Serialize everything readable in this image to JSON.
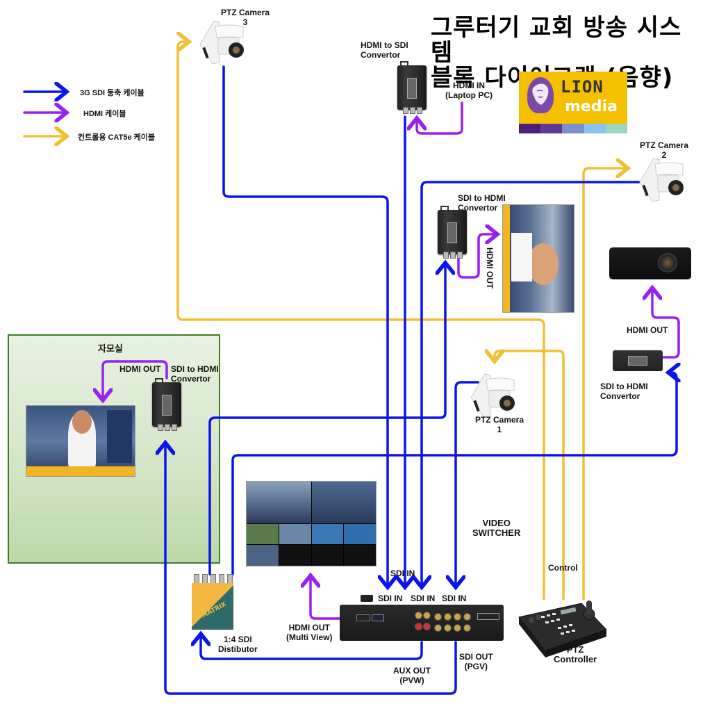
{
  "title": {
    "line1": "그루터기 교회 방송 시스템",
    "line2": "블록 다이어그램 (음향)"
  },
  "logo": {
    "line1": "LION",
    "line2": "media",
    "stripe_colors": [
      "#4a1f7a",
      "#5b3a9a",
      "#7b8fcf",
      "#86c4ee",
      "#9bd6be"
    ],
    "background": "#f5c000"
  },
  "legend": [
    {
      "label": "3G SDI 동축 케이블",
      "color": "#0a14f0",
      "icon": "arrow-right-icon"
    },
    {
      "label": "HDMI 케이블",
      "color": "#9b1ff0",
      "icon": "arrow-right-icon"
    },
    {
      "label": "컨트롤용 CAT5e 케이블",
      "color": "#f2c033",
      "icon": "arrow-right-icon"
    }
  ],
  "colors": {
    "sdi": "#0a14f0",
    "hdmi": "#9b1ff0",
    "control": "#f2c033",
    "room_border": "#3e7b2a"
  },
  "devices": {
    "ptz_camera_3": {
      "line1": "PTZ Camera",
      "line2": "3"
    },
    "ptz_camera_2": {
      "line1": "PTZ Camera",
      "line2": "2"
    },
    "ptz_camera_1": {
      "line1": "PTZ Camera",
      "line2": "1"
    },
    "hdmi_to_sdi": {
      "line1": "HDMI to SDI",
      "line2": "Convertor"
    },
    "hdmi_in_laptop": {
      "line1": "HDMI IN",
      "line2": "(Laptop PC)"
    },
    "sdi_to_hdmi_center": {
      "line1": "SDI to HDMI",
      "line2": "Convertor",
      "hdmi_out": "HDMI OUT"
    },
    "sdi_to_hdmi_right": {
      "line1": "SDI to HDMI",
      "line2": "Convertor",
      "hdmi_out": "HDMI OUT"
    },
    "sdi_to_hdmi_room": {
      "line1": "SDI to HDMI",
      "line2": "Convertor",
      "hdmi_out": "HDMI OUT"
    },
    "room": {
      "label": "자모실"
    },
    "video_switcher": {
      "line1": "VIDEO",
      "line2": "SWITCHER"
    },
    "sdi_in_labels": [
      "SDI IN",
      "SDI IN",
      "SDI IN",
      "SDI IN"
    ],
    "hdmi_out_multiview": {
      "line1": "HDMI OUT",
      "line2": "(Multi View)"
    },
    "aux_out": {
      "line1": "AUX OUT",
      "line2": "(PVW)"
    },
    "sdi_out": {
      "line1": "SDI OUT",
      "line2": "(PGV)"
    },
    "distributor": {
      "line1": "1:4 SDI",
      "line2": "Distibutor",
      "brand": "AV MATRIX"
    },
    "ptz_controller": {
      "line1": "PTZ",
      "line2": "Controller",
      "control_label": "Control"
    }
  }
}
